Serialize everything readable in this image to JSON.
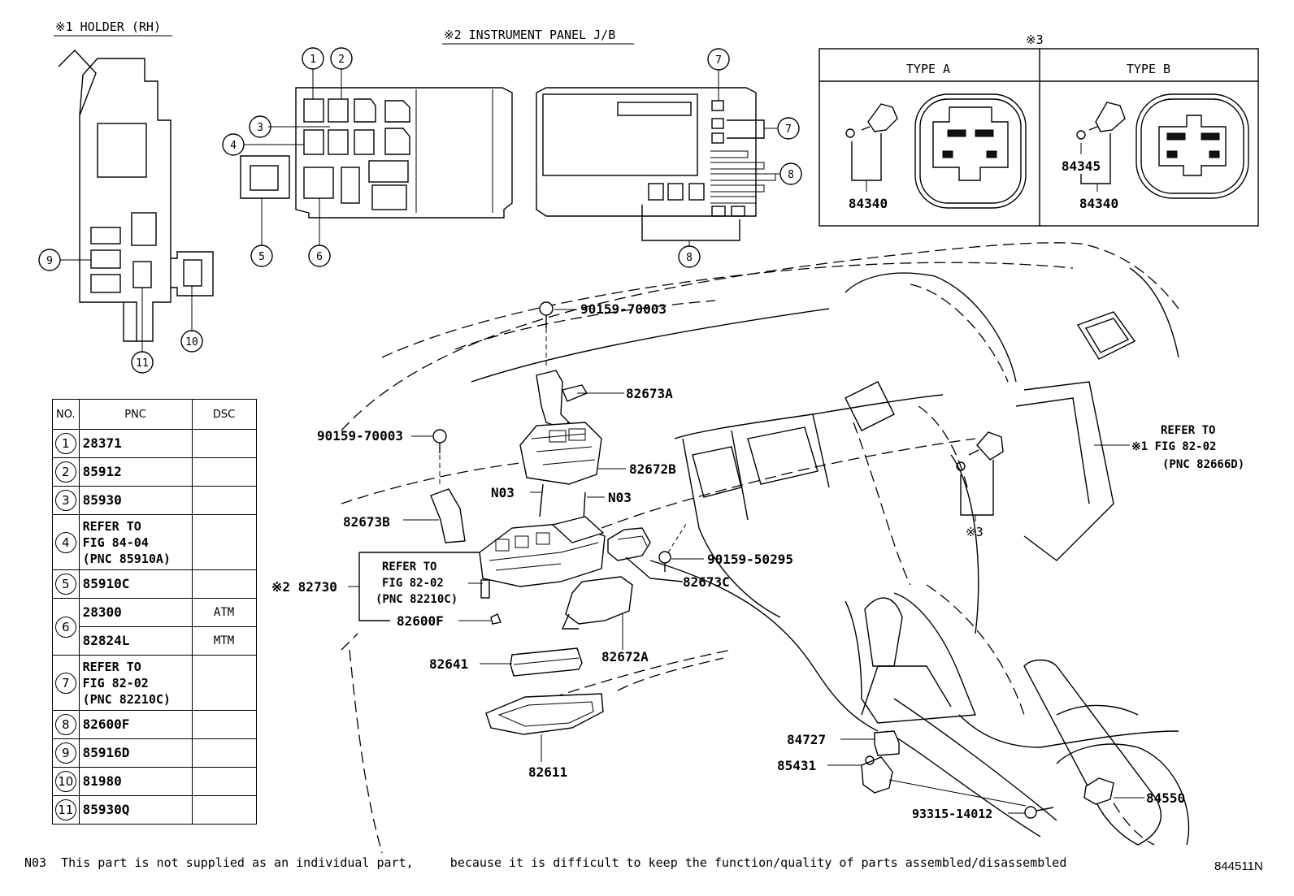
{
  "titles": {
    "holder": "※1 HOLDER (RH)",
    "instrument_panel": "※2 INSTRUMENT PANEL J/B",
    "mark3": "※3",
    "type_a": "TYPE A",
    "type_b": "TYPE B"
  },
  "callout_numbers": [
    "1",
    "2",
    "3",
    "4",
    "5",
    "6",
    "7",
    "8",
    "9",
    "10",
    "11"
  ],
  "type_labels": {
    "a_part": "84340",
    "b_part_top": "84345",
    "b_part": "84340"
  },
  "part_labels": {
    "bolt_top": "90159-70003",
    "p82673A": "82673A",
    "bolt_left": "90159-70003",
    "p82672B": "82672B",
    "n03_left": "N03",
    "n03_right": "N03",
    "p82673B": "82673B",
    "bolt_right": "90159-50295",
    "p82673C": "82673C",
    "p82730": "※2 82730",
    "refer_a1": "REFER TO",
    "refer_a2": "FIG 82-02",
    "refer_a3": "(PNC 82210C)",
    "p82600F": "82600F",
    "p82641": "82641",
    "p82672A": "82672A",
    "p82611": "82611",
    "refer_b1": "REFER TO",
    "refer_b2": "※1 FIG 82-02",
    "refer_b3": "(PNC 82666D)",
    "mark3_main": "※3",
    "p84727": "84727",
    "p85431": "85431",
    "p93315": "93315-14012",
    "p84550": "84550"
  },
  "table": {
    "headers": {
      "no": "NO.",
      "pnc": "PNC",
      "dsc": "DSC"
    },
    "rows": [
      {
        "no": "1",
        "pnc": [
          "28371"
        ],
        "dsc": ""
      },
      {
        "no": "2",
        "pnc": [
          "85912"
        ],
        "dsc": ""
      },
      {
        "no": "3",
        "pnc": [
          "85930"
        ],
        "dsc": ""
      },
      {
        "no": "4",
        "pnc": [
          "REFER TO",
          "FIG 84-04",
          "(PNC 85910A)"
        ],
        "dsc": ""
      },
      {
        "no": "5",
        "pnc": [
          "85910C"
        ],
        "dsc": ""
      },
      {
        "no": "6",
        "pnc": [
          "28300"
        ],
        "dsc": "ATM"
      },
      {
        "no": "",
        "pnc": [
          "82824L"
        ],
        "dsc": "MTM"
      },
      {
        "no": "7",
        "pnc": [
          "REFER TO",
          "FIG 82-02",
          "(PNC 82210C)"
        ],
        "dsc": ""
      },
      {
        "no": "8",
        "pnc": [
          "82600F"
        ],
        "dsc": ""
      },
      {
        "no": "9",
        "pnc": [
          "85916D"
        ],
        "dsc": ""
      },
      {
        "no": "10",
        "pnc": [
          "81980"
        ],
        "dsc": ""
      },
      {
        "no": "11",
        "pnc": [
          "85930Q"
        ],
        "dsc": ""
      }
    ]
  },
  "footnote": "N03  This part is not supplied as an individual part,     because it is difficult to keep the function/quality of parts assembled/disassembled",
  "figure_code": "844511N"
}
